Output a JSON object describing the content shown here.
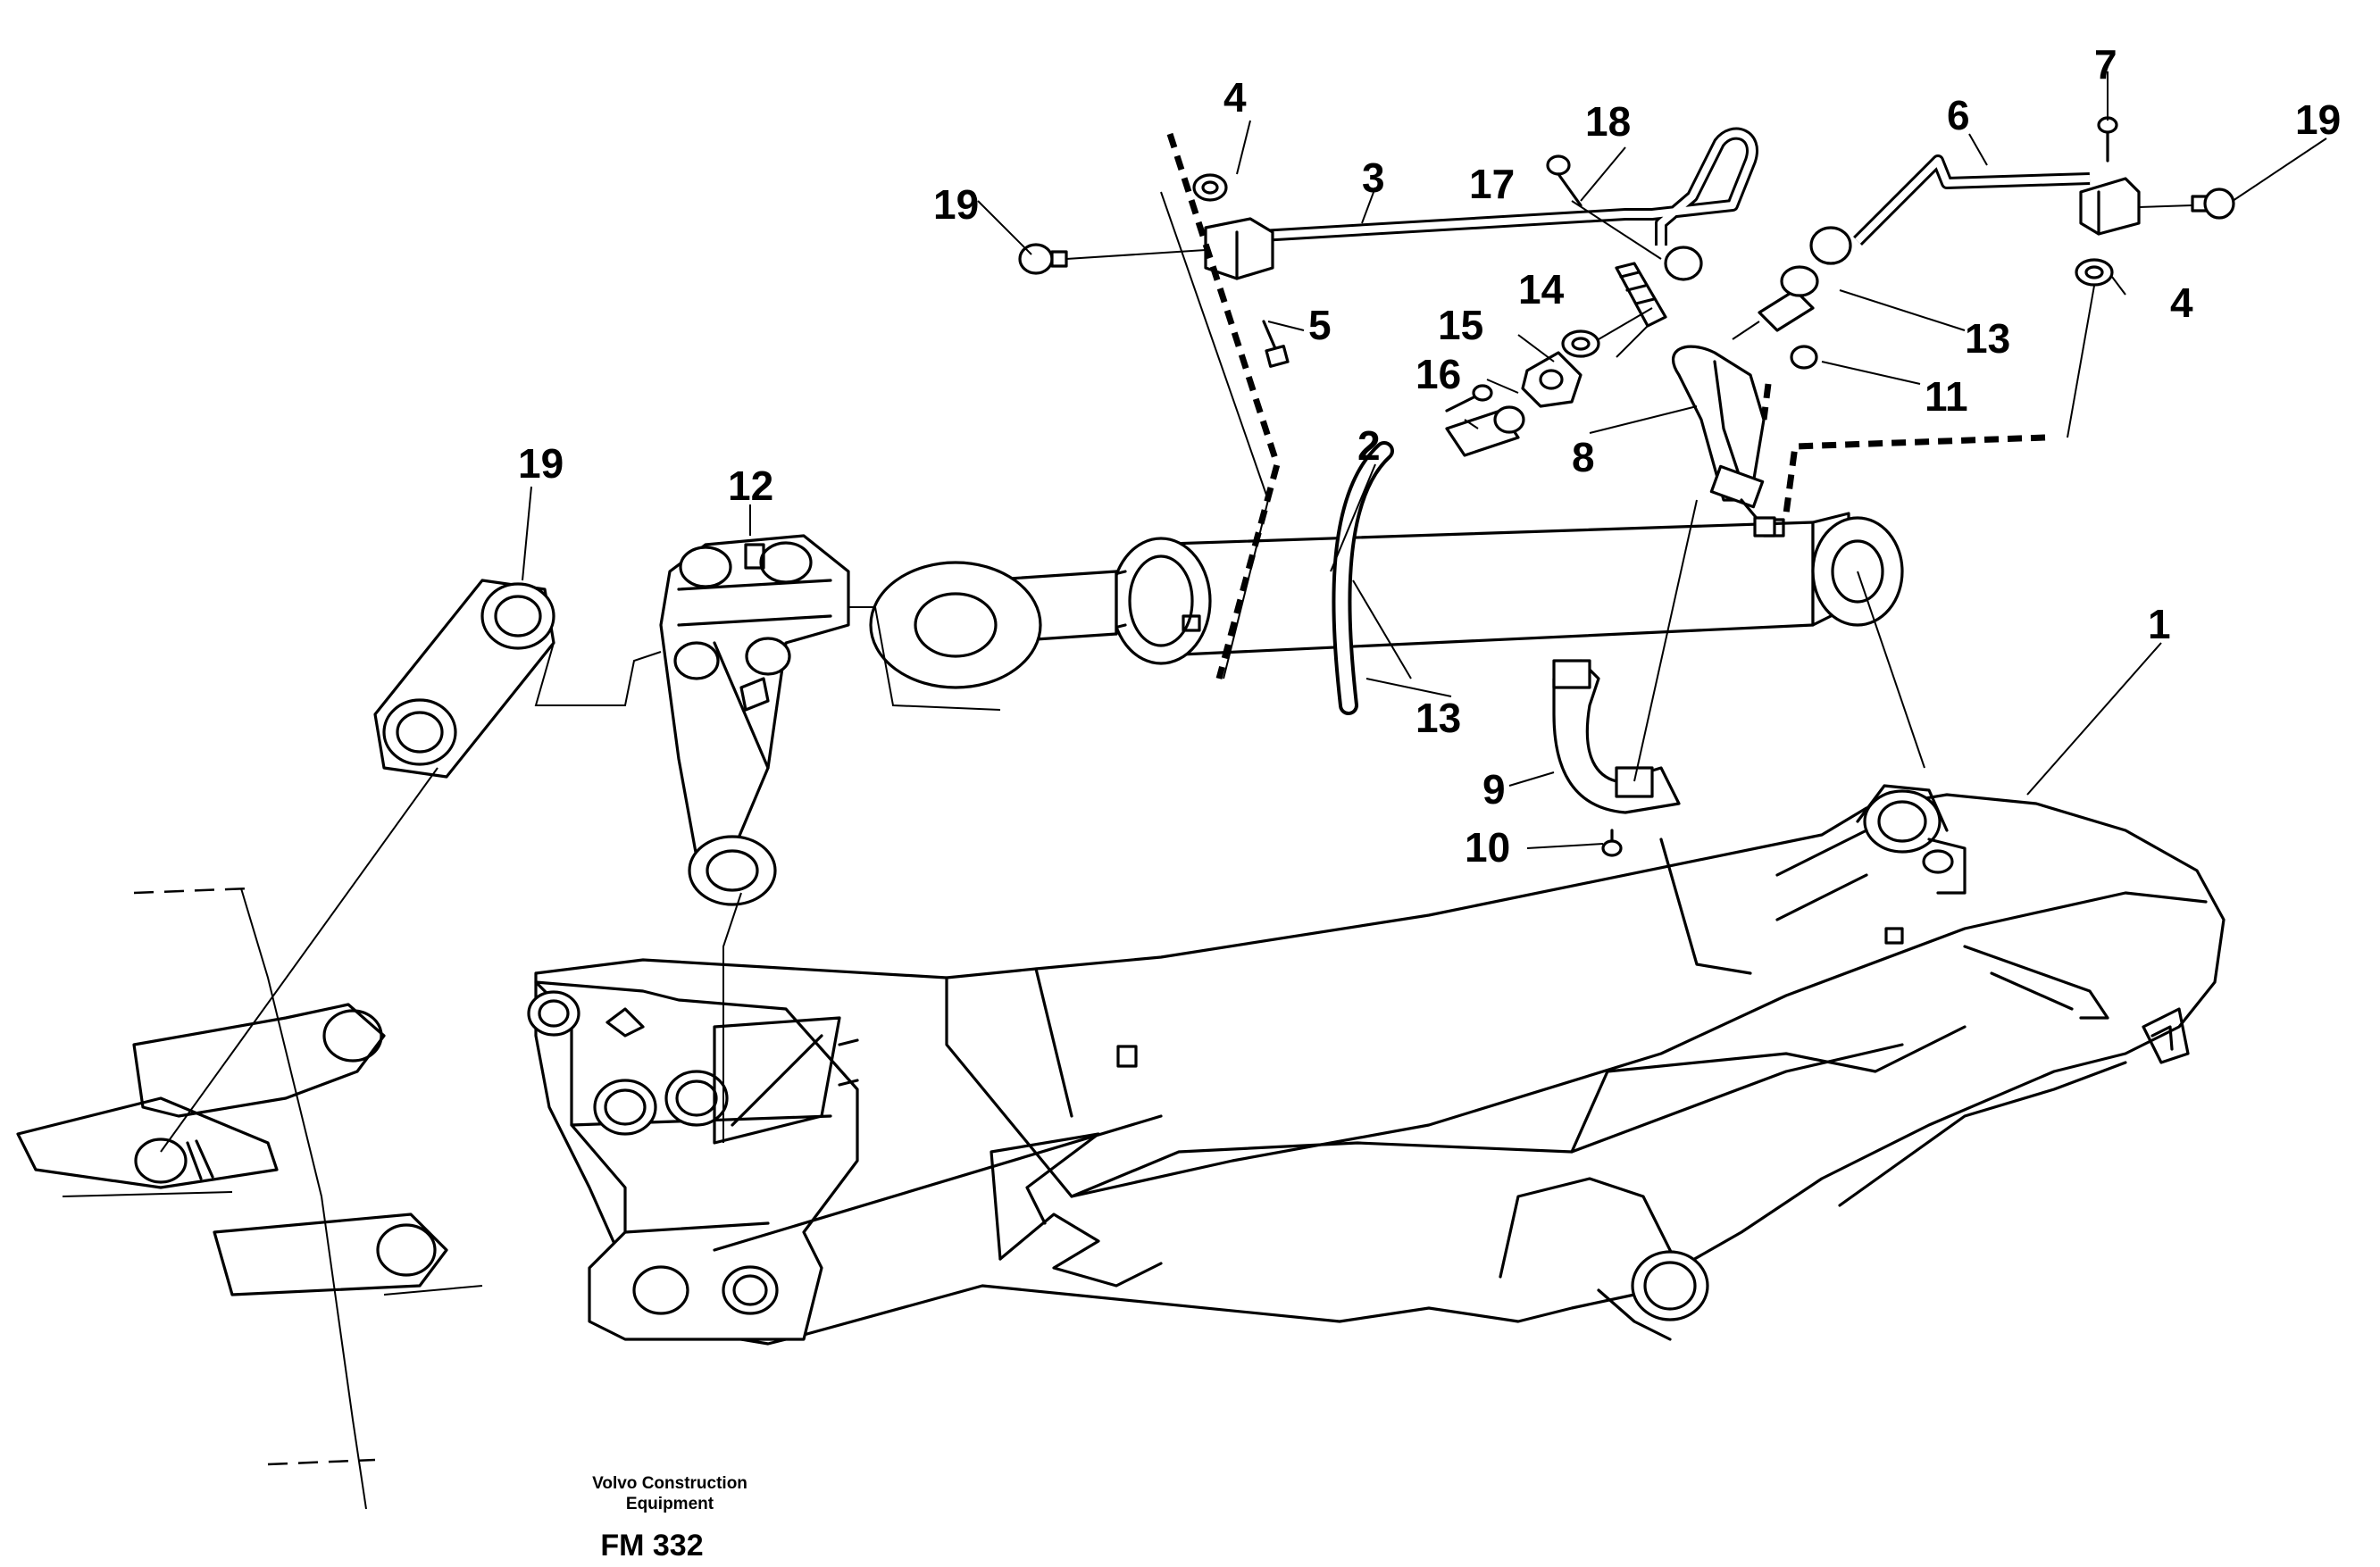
{
  "diagram": {
    "callouts": {
      "c1": "1",
      "c2": "2",
      "c3": "3",
      "c4a": "4",
      "c4b": "4",
      "c5": "5",
      "c6": "6",
      "c7": "7",
      "c8": "8",
      "c9": "9",
      "c10": "10",
      "c11": "11",
      "c12": "12",
      "c13a": "13",
      "c13b": "13",
      "c14": "14",
      "c15": "15",
      "c16": "16",
      "c17": "17",
      "c18": "18",
      "c19a": "19",
      "c19b": "19",
      "c19c": "19"
    },
    "caption": {
      "company_line1": "Volvo Construction",
      "company_line2": "Equipment",
      "code": "FM 332"
    }
  }
}
